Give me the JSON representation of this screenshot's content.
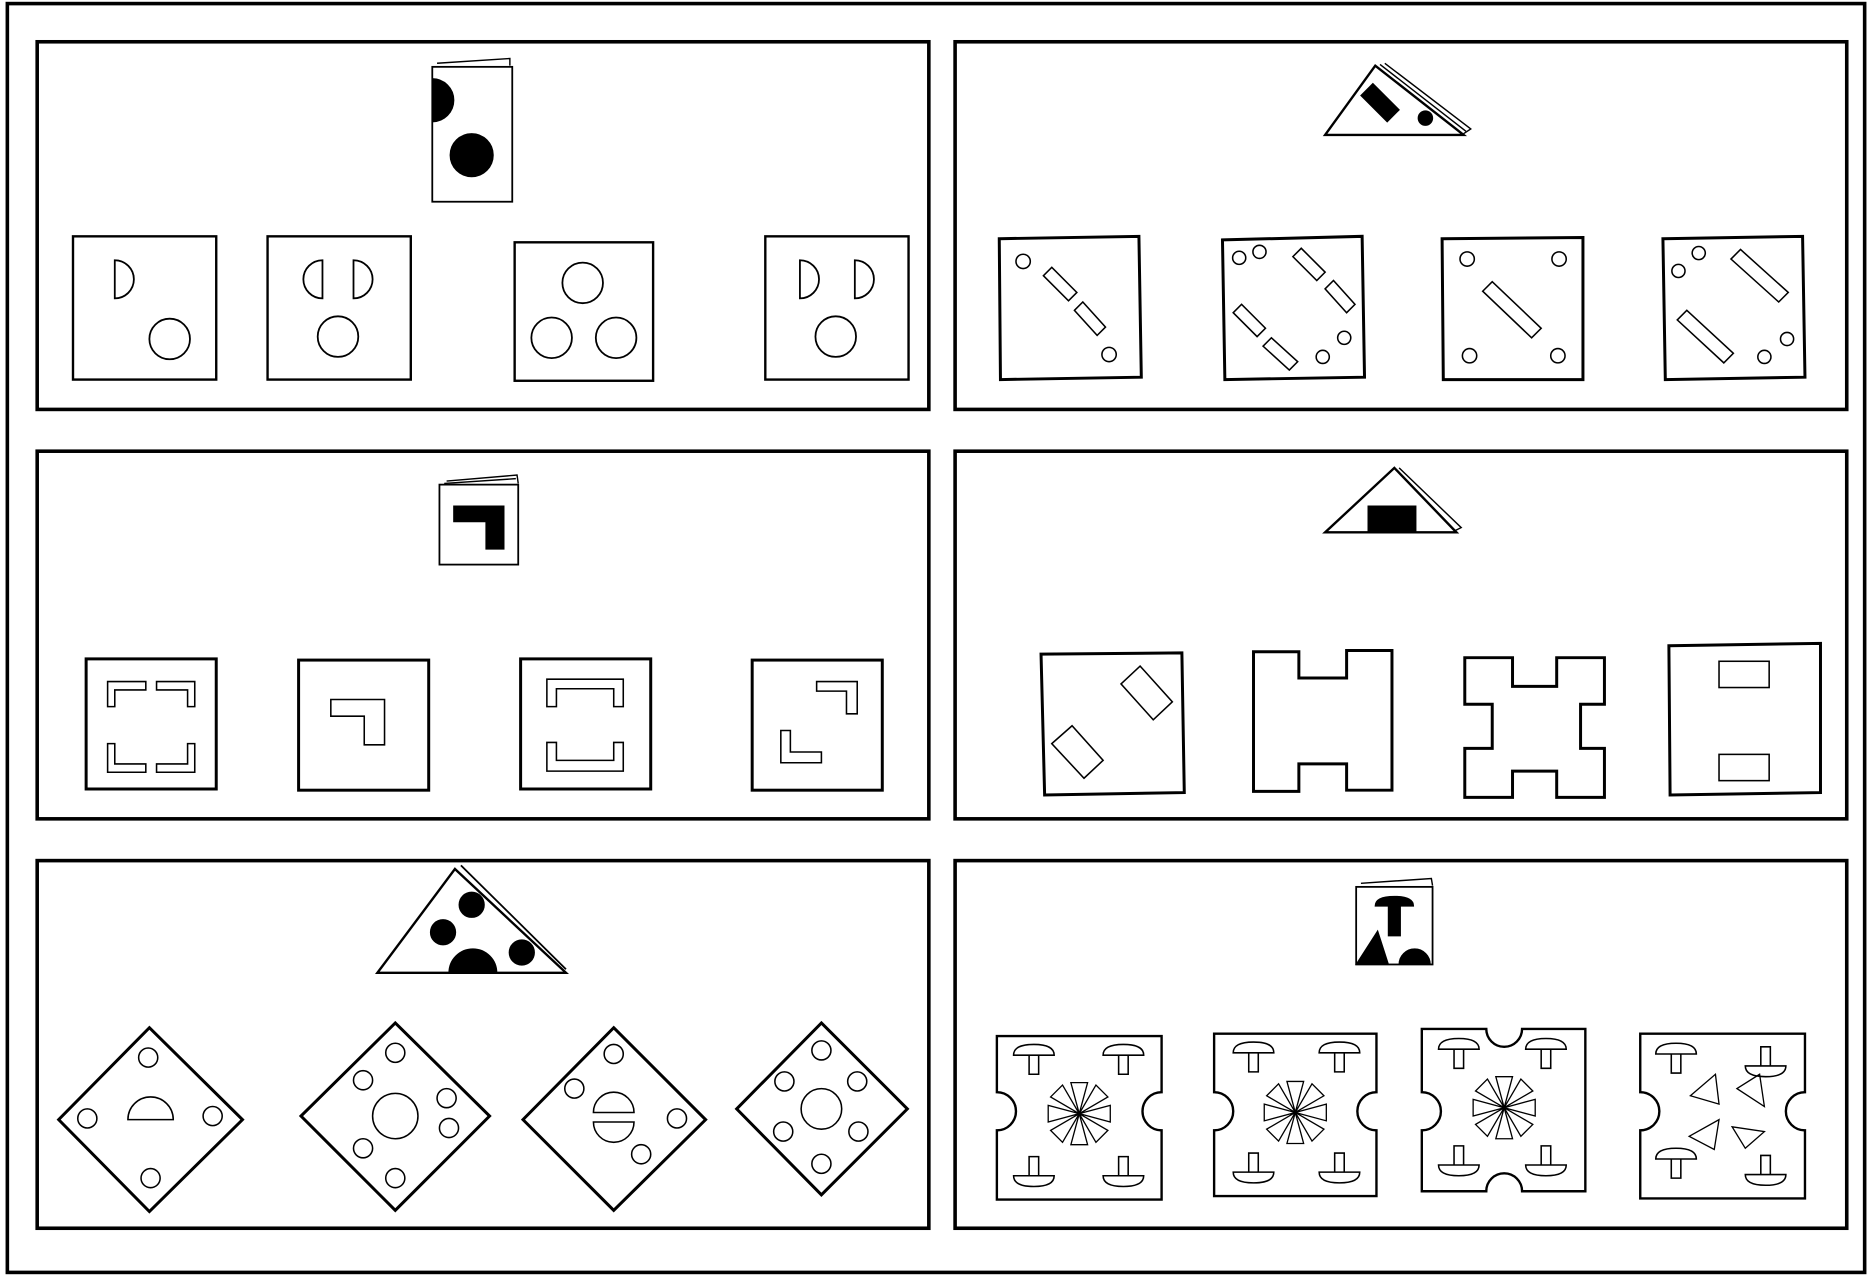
{
  "sheet": {
    "background": "#ffffff",
    "ink": "#000000"
  },
  "puzzles": [
    {
      "id": "p1",
      "fold": "folded-rectangle-with-half-circle-and-dot",
      "option_count": 4
    },
    {
      "id": "p2",
      "fold": "double-folded-triangle-with-bar-and-dot",
      "option_count": 4
    },
    {
      "id": "p3",
      "fold": "folded-square-with-corner-shape",
      "option_count": 4
    },
    {
      "id": "p4",
      "fold": "folded-triangle-with-rectangle",
      "option_count": 4
    },
    {
      "id": "p5",
      "fold": "folded-triangle-with-circles",
      "option_count": 4
    },
    {
      "id": "p6",
      "fold": "folded-square-with-mushroom-triangle-semicircle",
      "option_count": 4
    }
  ]
}
